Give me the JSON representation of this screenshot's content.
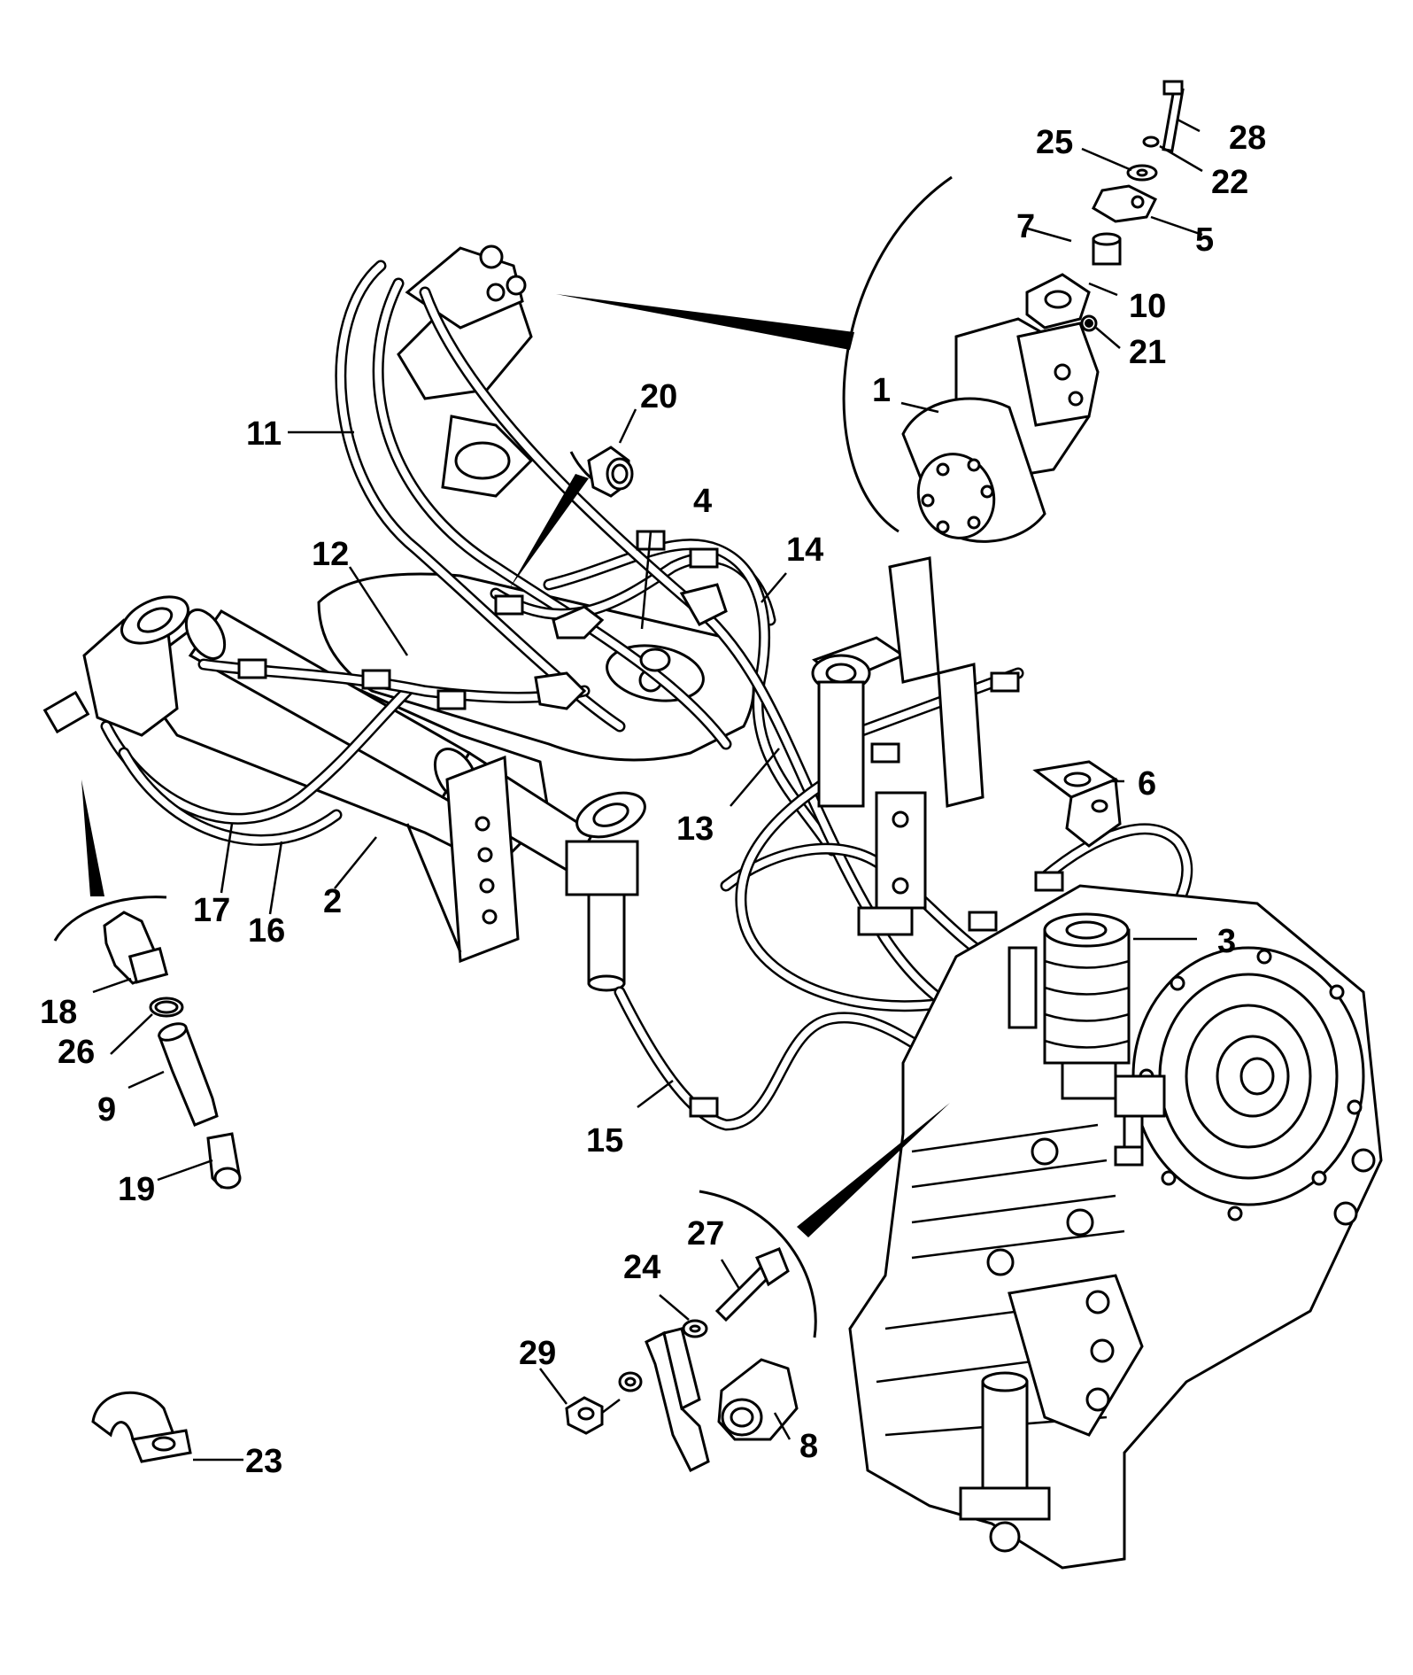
{
  "callouts": [
    {
      "id": "c1",
      "text": "1"
    },
    {
      "id": "c2",
      "text": "2"
    },
    {
      "id": "c3",
      "text": "3"
    },
    {
      "id": "c4",
      "text": "4"
    },
    {
      "id": "c5",
      "text": "5"
    },
    {
      "id": "c6",
      "text": "6"
    },
    {
      "id": "c7",
      "text": "7"
    },
    {
      "id": "c8",
      "text": "8"
    },
    {
      "id": "c9",
      "text": "9"
    },
    {
      "id": "c10",
      "text": "10"
    },
    {
      "id": "c11",
      "text": "11"
    },
    {
      "id": "c12",
      "text": "12"
    },
    {
      "id": "c13",
      "text": "13"
    },
    {
      "id": "c14",
      "text": "14"
    },
    {
      "id": "c15",
      "text": "15"
    },
    {
      "id": "c16",
      "text": "16"
    },
    {
      "id": "c17",
      "text": "17"
    },
    {
      "id": "c18",
      "text": "18"
    },
    {
      "id": "c19",
      "text": "19"
    },
    {
      "id": "c20",
      "text": "20"
    },
    {
      "id": "c21",
      "text": "21"
    },
    {
      "id": "c22",
      "text": "22"
    },
    {
      "id": "c23",
      "text": "23"
    },
    {
      "id": "c24",
      "text": "24"
    },
    {
      "id": "c25",
      "text": "25"
    },
    {
      "id": "c26",
      "text": "26"
    },
    {
      "id": "c27",
      "text": "27"
    },
    {
      "id": "c28",
      "text": "28"
    },
    {
      "id": "c29",
      "text": "29"
    }
  ]
}
